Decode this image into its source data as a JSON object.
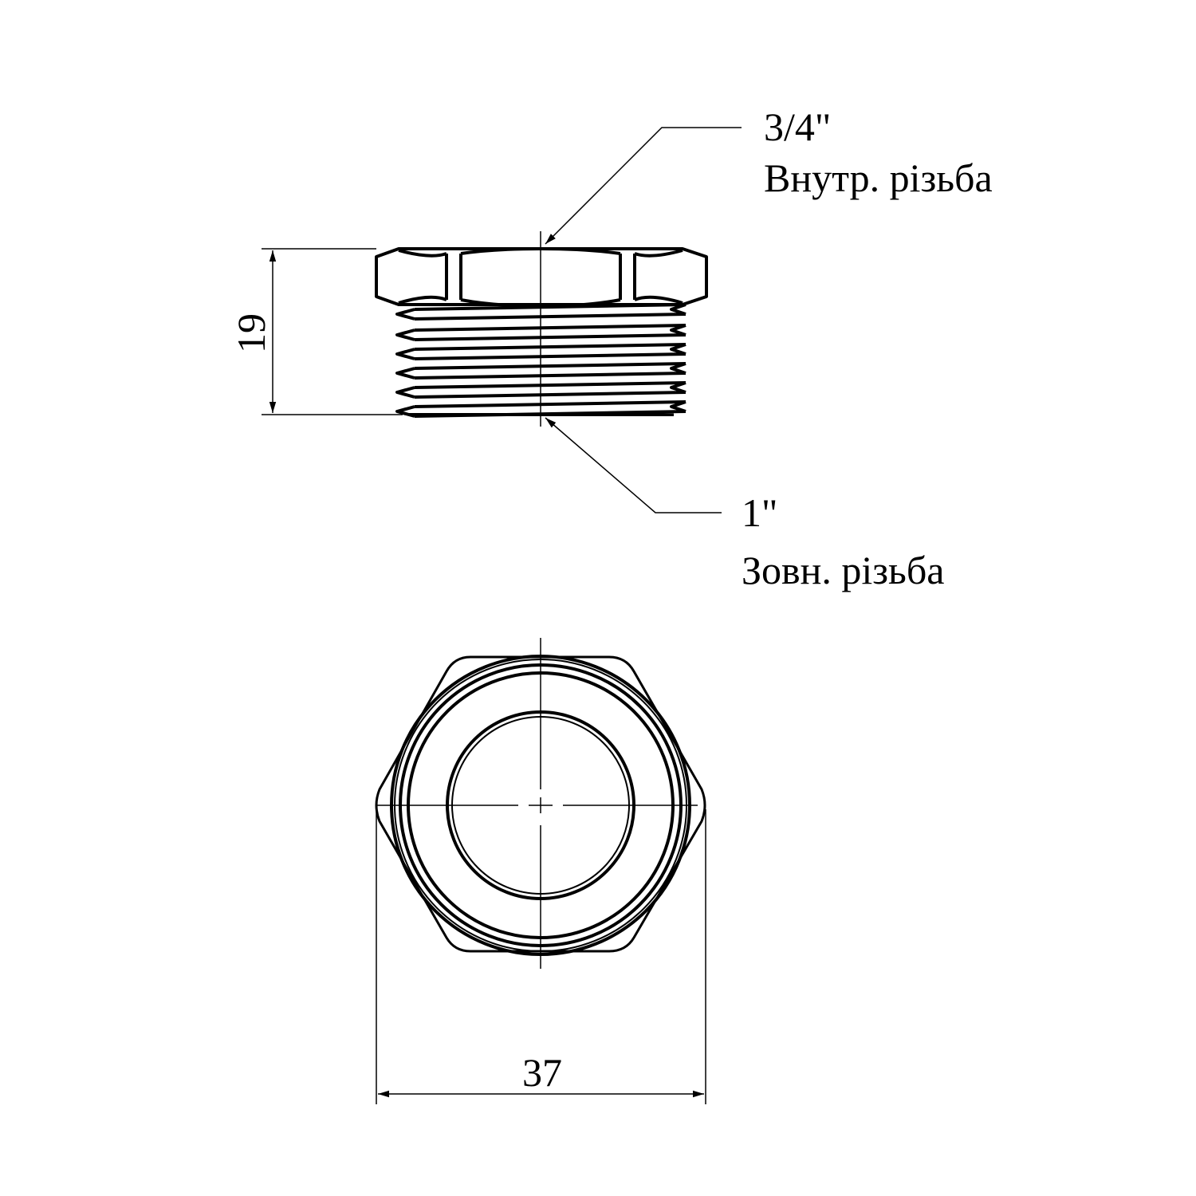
{
  "title": "Bushing reducer technical drawing",
  "callouts": {
    "inner_thread_size": "3/4\"",
    "inner_thread_label": "Внутр. різьба",
    "outer_thread_size": "1\"",
    "outer_thread_label": "Зовн. різьба"
  },
  "dimensions": {
    "height": "19",
    "width": "37"
  },
  "colors": {
    "line": "#000000",
    "background": "#ffffff"
  }
}
